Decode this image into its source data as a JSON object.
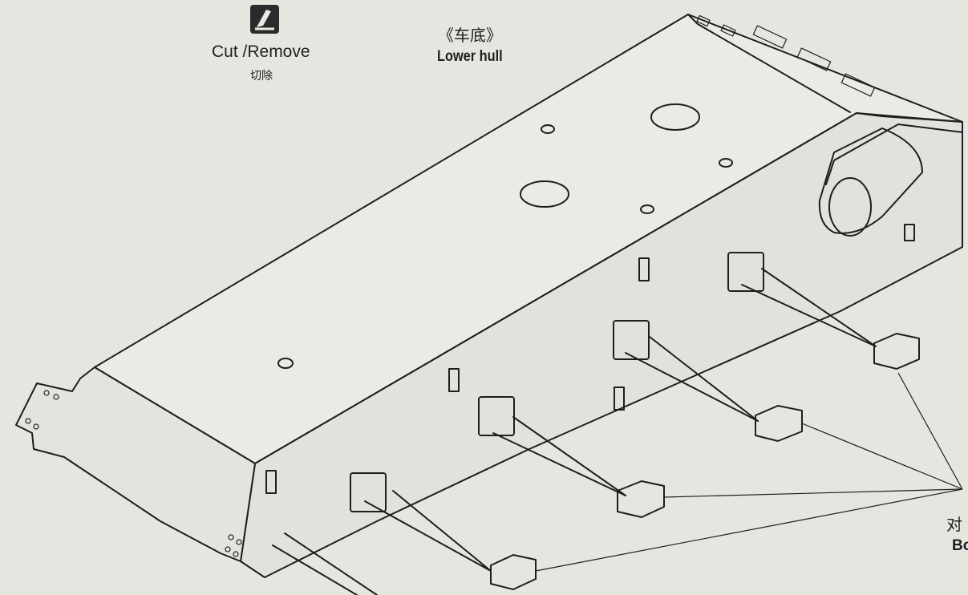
{
  "instructions": {
    "cut_remove_label": "Cut /Remove",
    "cut_remove_cn": "切除",
    "cut_icon": "knife-cut-icon"
  },
  "part_name": {
    "cn": "《车底》",
    "en": "Lower hull"
  },
  "callout": {
    "cn": "对",
    "en": "Bo"
  },
  "colors": {
    "paper": "#e6e6e1",
    "line": "#1e1e1e",
    "hull_top": "#ebebe6",
    "hull_side": "#e2e2dd"
  }
}
